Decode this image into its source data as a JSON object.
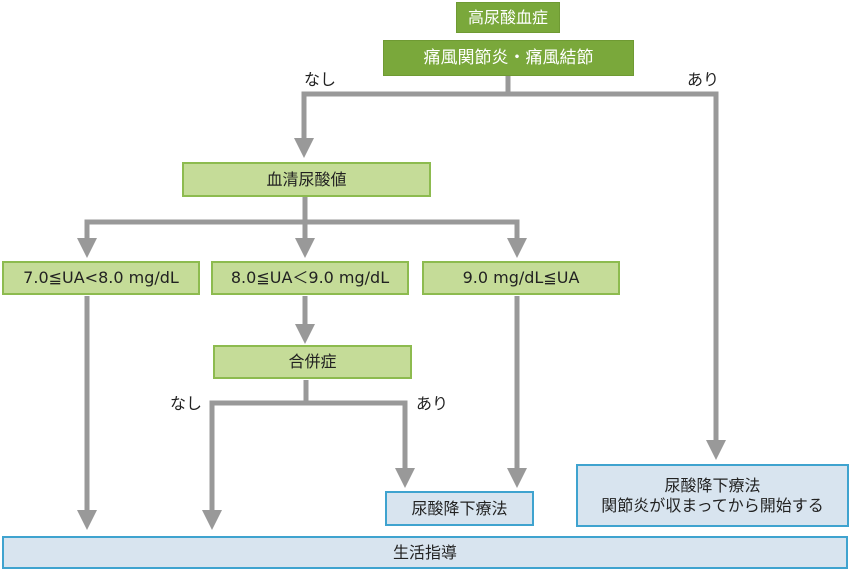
{
  "title": "高尿酸血症",
  "nodes": {
    "gout": "痛風関節炎・痛風結節",
    "serum_ua": "血清尿酸値",
    "range_low": "7.0≦UA<8.0 mg/dL",
    "range_mid": "8.0≦UA＜9.0 mg/dL",
    "range_high": "9.0 mg/dL≦UA",
    "complication": "合併症",
    "therapy": "尿酸降下療法",
    "therapy_after_line1": "尿酸降下療法",
    "therapy_after_line2": "関節炎が収まってから開始する",
    "lifestyle": "生活指導"
  },
  "labels": {
    "gout_no": "なし",
    "gout_yes": "あり",
    "comp_no": "なし",
    "comp_yes": "あり"
  },
  "colors": {
    "dark_green": "#7aa83b",
    "light_green": "#c5dc98",
    "light_blue": "#d8e4ef",
    "blue_border": "#3fa3cf",
    "arrow_gray": "#999999"
  }
}
